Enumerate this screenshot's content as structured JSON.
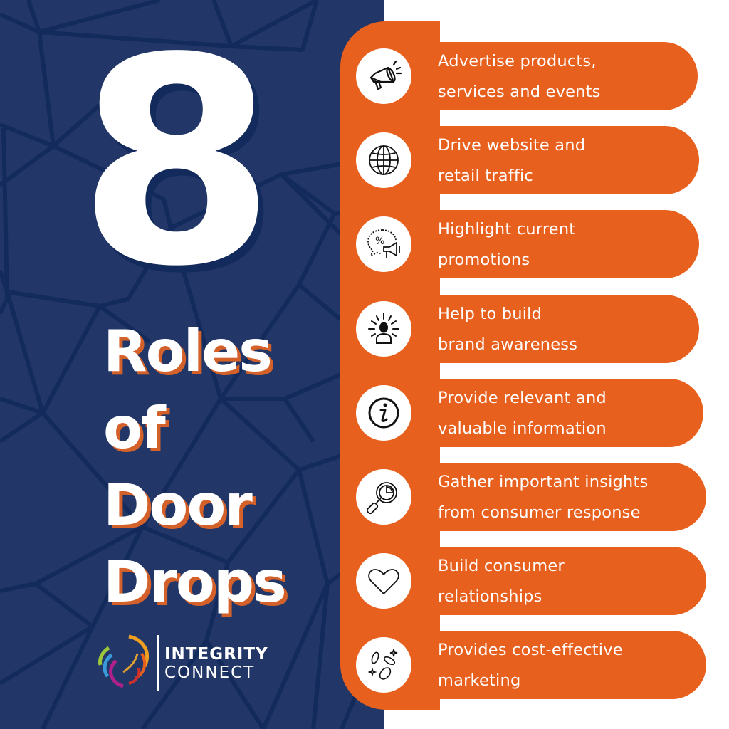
{
  "headline": {
    "number": "8",
    "title_lines": [
      "Roles",
      "of",
      "Door",
      "Drops"
    ]
  },
  "brand": {
    "name_line1": "INTEGRITY",
    "name_line2": "CONNECT",
    "logo_icon": "swirl-globe-logo-icon"
  },
  "colors": {
    "navy": "#223767",
    "navy_lines": "#132a5c",
    "orange": "#e8601e",
    "white": "#ffffff"
  },
  "roles": [
    {
      "icon": "megaphone-icon",
      "line1": "Advertise products,",
      "line2": "services and events"
    },
    {
      "icon": "globe-icon",
      "line1": "Drive website and",
      "line2": "retail traffic"
    },
    {
      "icon": "promotion-megaphone-icon",
      "line1": "Highlight current",
      "line2": "promotions"
    },
    {
      "icon": "person-spotlight-icon",
      "line1": "Help to build",
      "line2": "brand awareness"
    },
    {
      "icon": "info-icon",
      "line1": "Provide relevant and",
      "line2": "valuable information"
    },
    {
      "icon": "magnifier-chart-icon",
      "line1": "Gather important insights",
      "line2": "from consumer response"
    },
    {
      "icon": "heart-icon",
      "line1": "Build consumer",
      "line2": "relationships"
    },
    {
      "icon": "coins-icon",
      "line1": "Provides cost-effective",
      "line2": "marketing"
    }
  ]
}
